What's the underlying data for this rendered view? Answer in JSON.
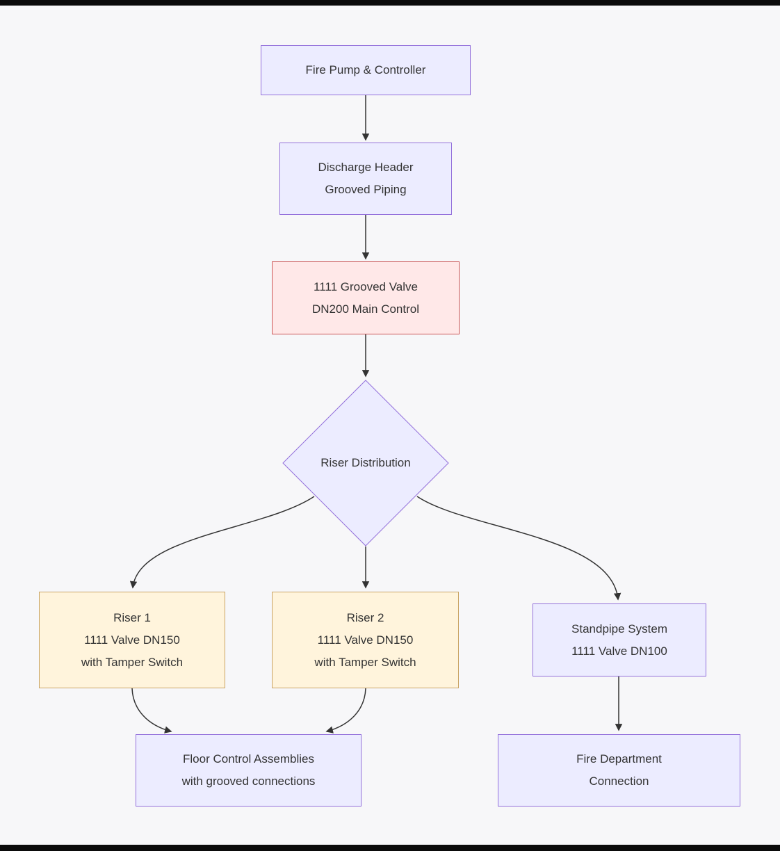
{
  "diagram": {
    "nodes": {
      "fire_pump": {
        "label": "Fire Pump & Controller"
      },
      "discharge_header": {
        "label": "Discharge Header\nGrooved Piping"
      },
      "main_control_valve": {
        "label": "1111 Grooved Valve\nDN200 Main Control"
      },
      "riser_distribution": {
        "label": "Riser Distribution"
      },
      "riser_1": {
        "label": "Riser 1\n1111 Valve DN150\nwith Tamper Switch"
      },
      "riser_2": {
        "label": "Riser 2\n1111 Valve DN150\nwith Tamper Switch"
      },
      "standpipe_system": {
        "label": "Standpipe System\n1111 Valve DN100"
      },
      "floor_control": {
        "label": "Floor Control Assemblies\nwith grooved connections"
      },
      "fire_department_connection": {
        "label": "Fire Department\nConnection"
      }
    },
    "edges": [
      {
        "from": "fire_pump",
        "to": "discharge_header"
      },
      {
        "from": "discharge_header",
        "to": "main_control_valve"
      },
      {
        "from": "main_control_valve",
        "to": "riser_distribution"
      },
      {
        "from": "riser_distribution",
        "to": "riser_1"
      },
      {
        "from": "riser_distribution",
        "to": "riser_2"
      },
      {
        "from": "riser_distribution",
        "to": "standpipe_system"
      },
      {
        "from": "riser_1",
        "to": "floor_control"
      },
      {
        "from": "riser_2",
        "to": "floor_control"
      },
      {
        "from": "standpipe_system",
        "to": "fire_department_connection"
      }
    ],
    "colors": {
      "background": "#F7F7F9",
      "node_fill": "#ECECFF",
      "node_border": "#9370DB",
      "alert_fill": "#FFE8E8",
      "alert_border": "#CC5555",
      "warn_fill": "#FFF4DC",
      "warn_border": "#C9A465",
      "edge": "#333333"
    }
  }
}
